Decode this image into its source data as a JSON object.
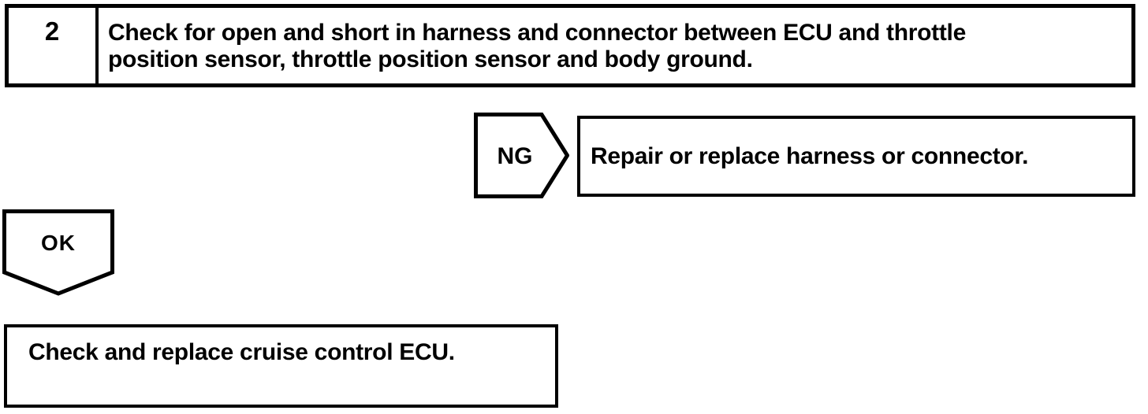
{
  "flowchart": {
    "step": {
      "number": "2",
      "description_line1": "Check for open and short in harness and connector between ECU and throttle",
      "description_line2": "position sensor, throttle position sensor and body ground."
    },
    "ng": {
      "label": "NG",
      "action": "Repair or replace harness or connector."
    },
    "ok": {
      "label": "OK",
      "action": "Check and replace cruise control ECU."
    }
  },
  "colors": {
    "ink": "#000000",
    "paper": "#ffffff"
  }
}
